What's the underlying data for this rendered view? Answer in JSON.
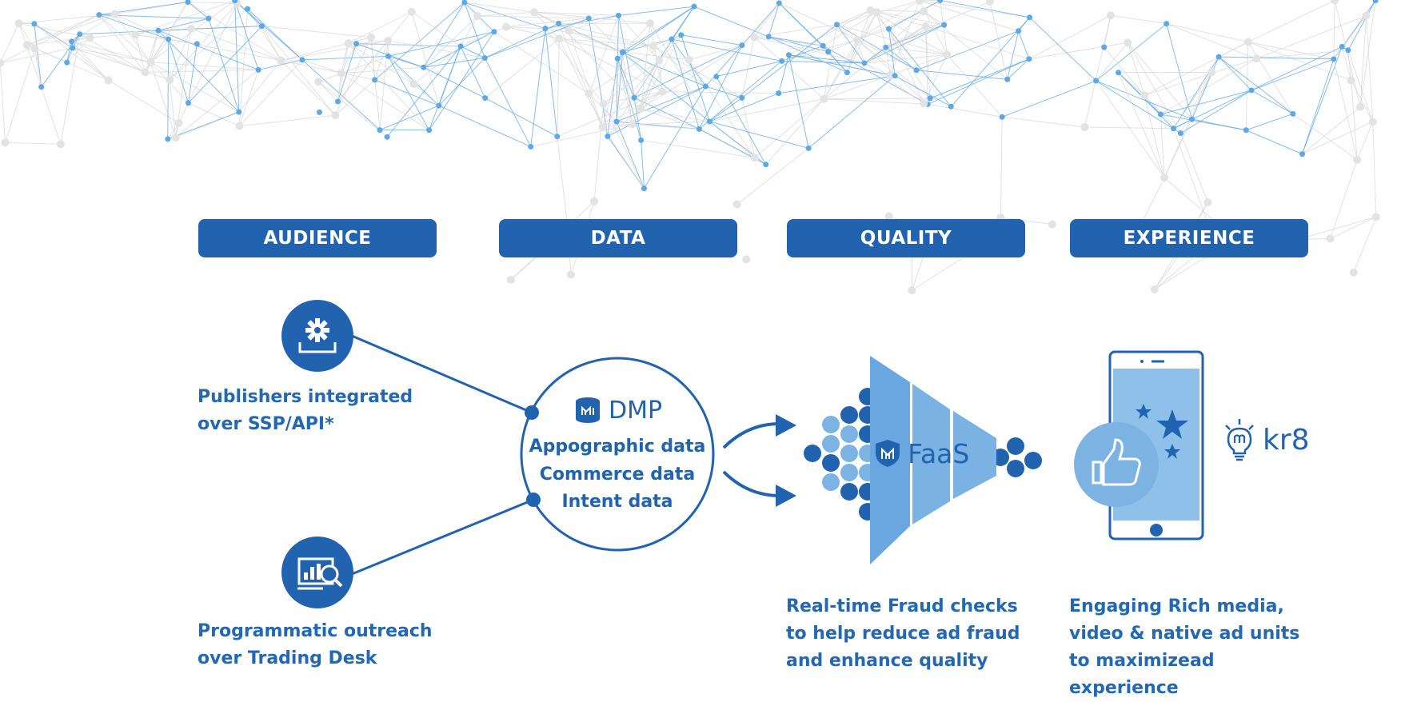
{
  "tabs": {
    "audience": "AUDIENCE",
    "data": "DATA",
    "quality": "QUALITY",
    "experience": "EXPERIENCE"
  },
  "audience": {
    "publishers_line1": "Publishers integrated",
    "publishers_line2": "over SSP/API*",
    "programmatic_line1": "Programmatic outreach",
    "programmatic_line2": "over Trading Desk"
  },
  "data_hub": {
    "title": "DMP",
    "item1": "Appographic data",
    "item2": "Commerce data",
    "item3": "Intent data"
  },
  "quality": {
    "logo_text": "FaaS",
    "line1": "Real-time Fraud checks",
    "line2": "to help reduce ad fraud",
    "line3": "and enhance quality"
  },
  "experience": {
    "logo_text": "kr8",
    "line1": "Engaging Rich media,",
    "line2": "video & native ad units",
    "line3": "to maximizead",
    "line4": "experience"
  },
  "colors": {
    "primary": "#2163af",
    "light": "#7db3e3",
    "mid": "#8fbfe8",
    "network": "#5ea8e6"
  },
  "icons": {
    "publisher": "gear-upload-icon",
    "trading_desk": "chart-search-icon",
    "dmp": "database-icon",
    "faas": "shield-icon",
    "kr8": "lightbulb-icon",
    "thumb": "thumbs-up-icon",
    "stars": "star-icon"
  }
}
